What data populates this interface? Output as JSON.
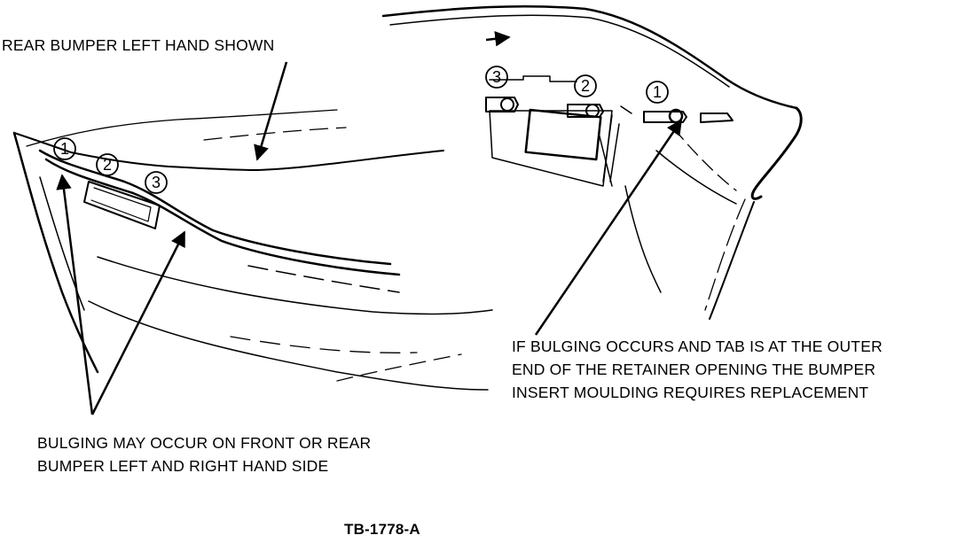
{
  "labels": {
    "top": "REAR BUMPER LEFT HAND SHOWN",
    "right": [
      "IF BULGING OCCURS AND TAB IS AT THE OUTER",
      "END OF THE RETAINER OPENING THE BUMPER",
      "INSERT MOULDING REQUIRES REPLACEMENT"
    ],
    "bottom": [
      "BULGING MAY OCCUR ON FRONT OR REAR",
      "BUMPER LEFT AND RIGHT HAND SIDE"
    ],
    "figure_id": "TB-1778-A"
  },
  "callouts": {
    "left": [
      "1",
      "2",
      "3"
    ],
    "right": [
      "3",
      "2",
      "1"
    ]
  }
}
